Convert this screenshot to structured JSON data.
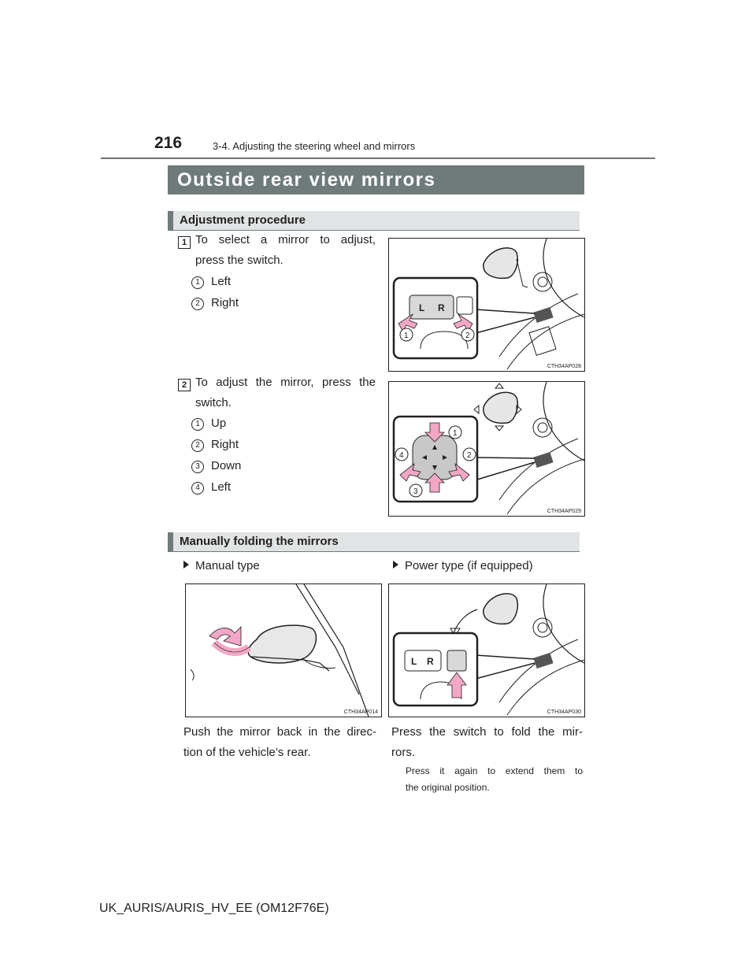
{
  "header": {
    "page_number": "216",
    "section": "3-4. Adjusting the steering wheel and mirrors"
  },
  "title": "Outside rear view mirrors",
  "adjustment": {
    "heading": "Adjustment procedure",
    "step1": {
      "num": "1",
      "line1": "To select a mirror to adjust,",
      "line2": "press the switch.",
      "items": [
        {
          "num": "1",
          "label": "Left"
        },
        {
          "num": "2",
          "label": "Right"
        }
      ],
      "figure_code": "CTH34AP028",
      "fig_letter_l": "L",
      "fig_letter_r": "R"
    },
    "step2": {
      "num": "2",
      "line1": "To adjust the mirror, press the",
      "line2": "switch.",
      "items": [
        {
          "num": "1",
          "label": "Up"
        },
        {
          "num": "2",
          "label": "Right"
        },
        {
          "num": "3",
          "label": "Down"
        },
        {
          "num": "4",
          "label": "Left"
        }
      ],
      "figure_code": "CTH34AP029"
    }
  },
  "folding": {
    "heading": "Manually folding the mirrors",
    "manual": {
      "label": "Manual type",
      "figure_code": "CTH34AP014",
      "line1": "Push the mirror back in the direc-",
      "line2": "tion of the vehicle’s rear."
    },
    "power": {
      "label": "Power type (if equipped)",
      "figure_code": "CTH34AP030",
      "line1": "Press the switch to fold the mir-",
      "line2": "rors.",
      "note1": "Press it again to extend them to",
      "note2": "the original position.",
      "fig_letter_l": "L",
      "fig_letter_r": "R"
    }
  },
  "footer": "UK_AURIS/AURIS_HV_EE (OM12F76E)",
  "colors": {
    "accent_gray": "#6f7a7b",
    "subbar_bg": "#e1e4e4",
    "arrow_pink": "#f2a7c6"
  }
}
